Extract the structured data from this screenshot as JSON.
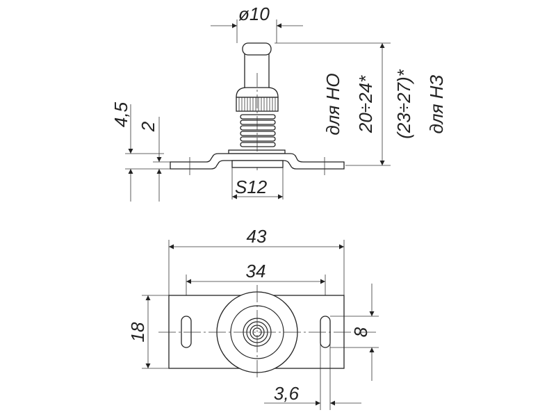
{
  "side_view": {
    "diameter": "ø10",
    "label_no": "для НО",
    "height_no": "20÷24*",
    "height_nz": "(23÷27)*",
    "label_nz": "для НЗ",
    "dim_total_thickness": "4,5",
    "dim_plate_thickness": "2",
    "hex_size": "S12"
  },
  "plan_view": {
    "length": "43",
    "hole_spacing": "34",
    "width": "18",
    "slot_length": "8",
    "slot_width": "3,6"
  }
}
